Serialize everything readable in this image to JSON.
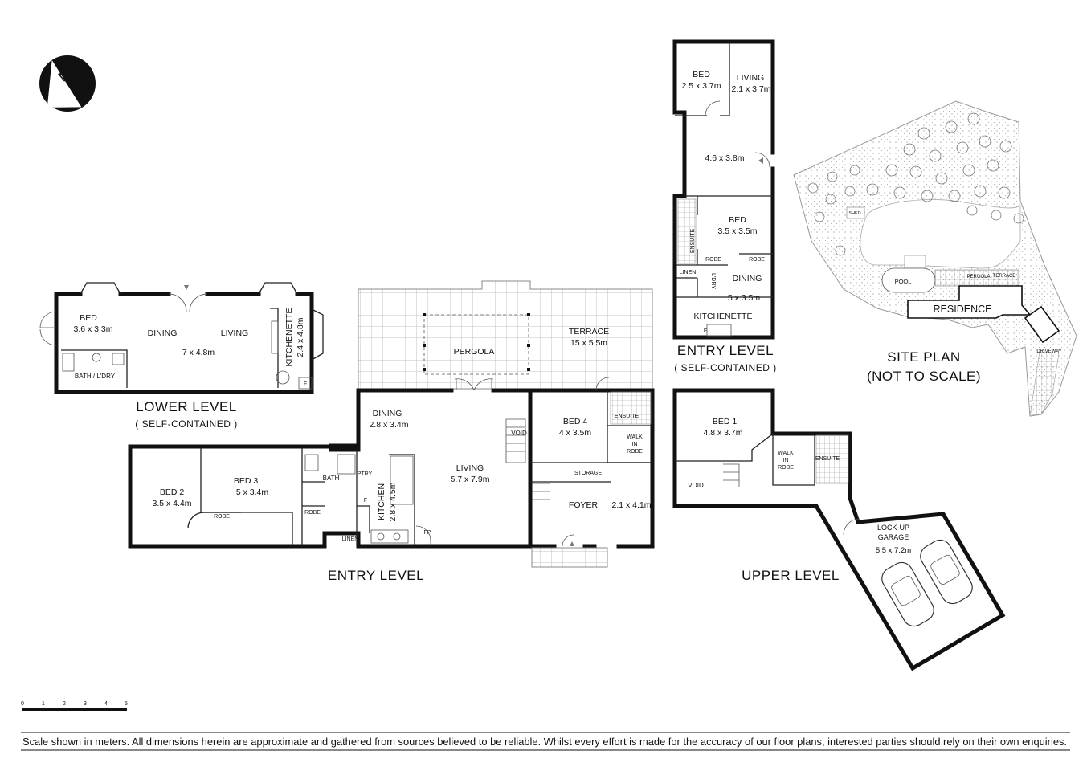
{
  "north": {
    "label": "N"
  },
  "scale_bar": {
    "ticks": [
      "0",
      "1",
      "2",
      "3",
      "4",
      "5"
    ]
  },
  "lower_level": {
    "title": "LOWER LEVEL",
    "subtitle": "( SELF-CONTAINED )",
    "rooms": [
      {
        "name": "BED",
        "dim": "3.6 x 3.3m"
      },
      {
        "name": "DINING",
        "dim": ""
      },
      {
        "name": "LIVING",
        "dim": "7 x 4.8m"
      },
      {
        "name": "KITCHENETTE",
        "dim": "2.4 x 4.8m"
      },
      {
        "name": "BATH / L'DRY",
        "dim": ""
      }
    ],
    "fridge": "F"
  },
  "entry_level": {
    "title": "ENTRY LEVEL",
    "terrace": {
      "name": "TERRACE",
      "dim": "15 x 5.5m"
    },
    "pergola": "PERGOLA",
    "dining": {
      "name": "DINING",
      "dim": "2.8 x 3.4m"
    },
    "living": {
      "name": "LIVING",
      "dim": "5.7 x 7.9m"
    },
    "kitchen": {
      "name": "KITCHEN",
      "dim": "2.8 x 4.5m"
    },
    "bed2": {
      "name": "BED 2",
      "dim": "3.5 x 4.4m"
    },
    "bed3": {
      "name": "BED 3",
      "dim": "5 x 3.4m"
    },
    "bed4": {
      "name": "BED 4",
      "dim": "4 x 3.5m"
    },
    "foyer": {
      "name": "FOYER",
      "dim": "2.1 x 4.1m"
    },
    "labels": {
      "bath": "BATH",
      "robe": "ROBE",
      "linen": "LINEN",
      "pantry": "PTRY",
      "fp": "FP",
      "void": "VOID",
      "storage": "STORAGE",
      "ensuite": "ENSUITE",
      "walk_in_robe": [
        "WALK",
        "IN",
        "ROBE"
      ],
      "fridge": "F"
    }
  },
  "entry_level_sc": {
    "title": "ENTRY LEVEL",
    "subtitle": "( SELF-CONTAINED )",
    "bed": {
      "name": "BED",
      "dim": "2.5 x 3.7m"
    },
    "living": {
      "name": "LIVING",
      "dim": "2.1 x 3.7m"
    },
    "hall_dim": "4.6 x 3.8m",
    "bed2": {
      "name": "BED",
      "dim": "3.5 x 3.5m"
    },
    "dining": {
      "name": "DINING",
      "dim": "5 x 3.5m"
    },
    "kitchenette": "KITCHENETTE",
    "labels": {
      "ensuite": "ENSUITE",
      "robe": "ROBE",
      "linen": "LINEN",
      "ldry": "L'DRY",
      "fridge": "F"
    }
  },
  "upper_level": {
    "title": "UPPER LEVEL",
    "bed1": {
      "name": "BED 1",
      "dim": "4.8 x 3.7m"
    },
    "void": "VOID",
    "walk_in_robe": [
      "WALK",
      "IN",
      "ROBE"
    ],
    "ensuite": "ENSUITE",
    "garage": {
      "name": [
        "LOCK-UP",
        "GARAGE"
      ],
      "dim": "5.5 x 7.2m"
    }
  },
  "site_plan": {
    "title": "SITE PLAN",
    "subtitle": "(NOT TO SCALE)",
    "labels": {
      "shed": "SHED",
      "pool": "POOL",
      "pergola": "PERGOLA",
      "terrace": "TERRACE",
      "residence": "RESIDENCE",
      "driveway": "DRIVEWAY"
    }
  },
  "disclaimer": "Scale shown in meters. All dimensions herein are approximate and gathered from sources believed to be  reliable. Whilst every effort is made for the accuracy of our floor plans, interested parties should rely on their own enquiries."
}
